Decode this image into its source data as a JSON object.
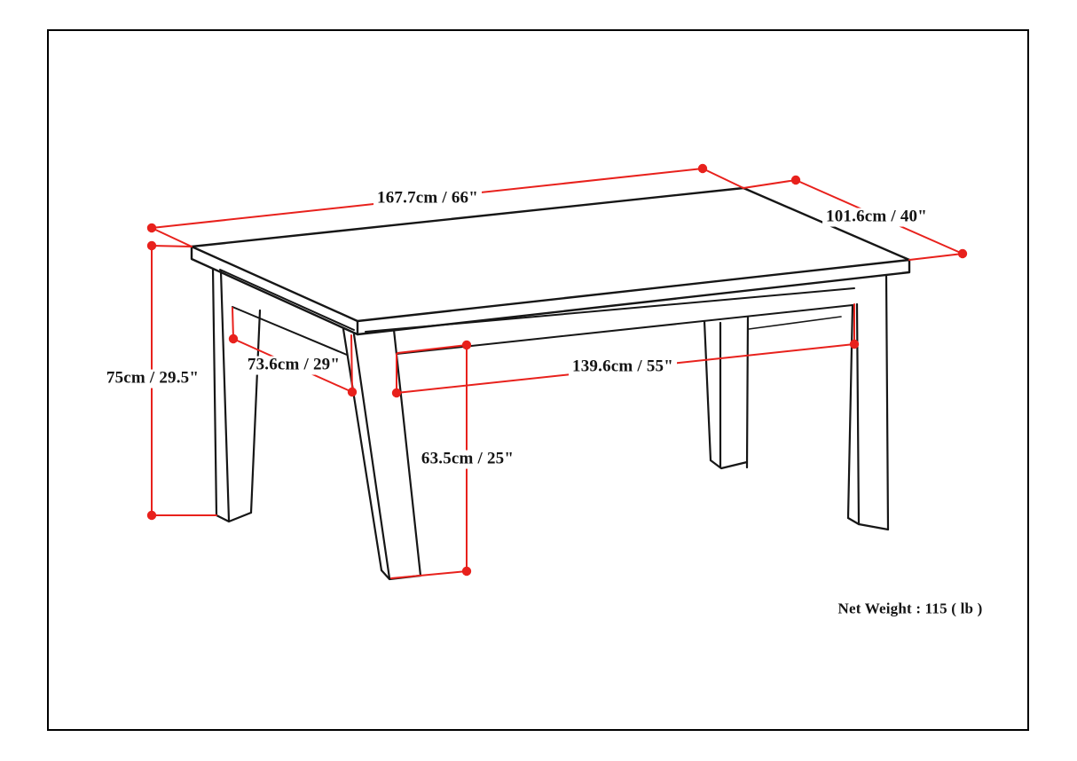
{
  "diagram": {
    "labels": {
      "length": "167.7cm / 66\"",
      "depth": "101.6cm / 40\"",
      "height": "75cm / 29.5\"",
      "leg_clearance_depth": "73.6cm / 29\"",
      "leg_clearance_width": "139.6cm / 55\"",
      "underside_clearance": "63.5cm / 25\"",
      "net_weight": "Net Weight : 115 ( lb )"
    },
    "colors": {
      "dimension_red": "#e8211c",
      "line_black": "#161616",
      "background": "#ffffff"
    }
  }
}
